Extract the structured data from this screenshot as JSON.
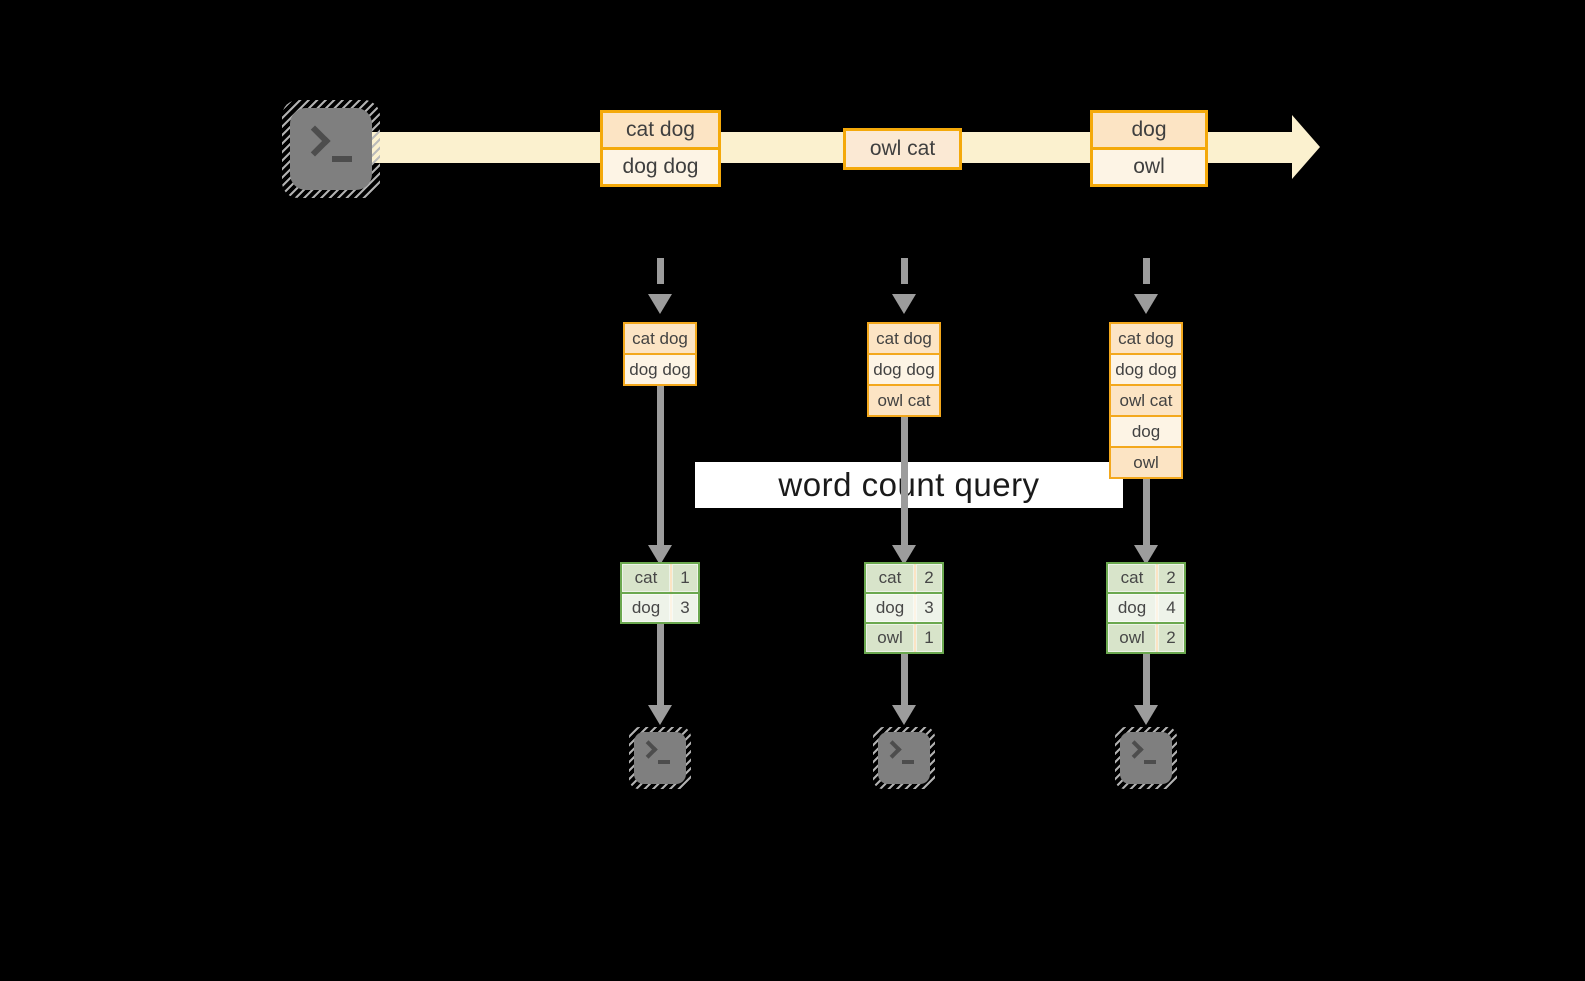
{
  "banner": {
    "label": "word count query"
  },
  "stream": {
    "source_icon": "terminal-icon",
    "events": [
      {
        "lines": [
          "cat dog",
          "dog dog"
        ]
      },
      {
        "lines": [
          "owl cat"
        ]
      },
      {
        "lines": [
          "dog",
          "owl"
        ]
      }
    ]
  },
  "columns": [
    {
      "records": [
        "cat dog",
        "dog dog"
      ],
      "counts": [
        {
          "word": "cat",
          "count": "1"
        },
        {
          "word": "dog",
          "count": "3"
        }
      ],
      "sink_icon": "terminal-icon"
    },
    {
      "records": [
        "cat dog",
        "dog dog",
        "owl cat"
      ],
      "counts": [
        {
          "word": "cat",
          "count": "2"
        },
        {
          "word": "dog",
          "count": "3"
        },
        {
          "word": "owl",
          "count": "1"
        }
      ],
      "sink_icon": "terminal-icon"
    },
    {
      "records": [
        "cat dog",
        "dog dog",
        "owl cat",
        "dog",
        "owl"
      ],
      "counts": [
        {
          "word": "cat",
          "count": "2"
        },
        {
          "word": "dog",
          "count": "4"
        },
        {
          "word": "owl",
          "count": "2"
        }
      ],
      "sink_icon": "terminal-icon"
    }
  ],
  "colors": {
    "background": "#000000",
    "stream_arrow": "#fbf1cf",
    "box_border": "#f3a81d",
    "box_fill_dark": "#fce4c4",
    "box_fill_light": "#fdf4e5",
    "box_fill_single": "#fbe9d4",
    "table_border": "#6ba84f",
    "cell_fill_dark": "#d8e4ca",
    "cell_fill_light": "#eef3e9",
    "arrow_gray": "#9c9c9c",
    "terminal_gray": "#7f7f7f",
    "banner_bg": "#ffffff"
  }
}
